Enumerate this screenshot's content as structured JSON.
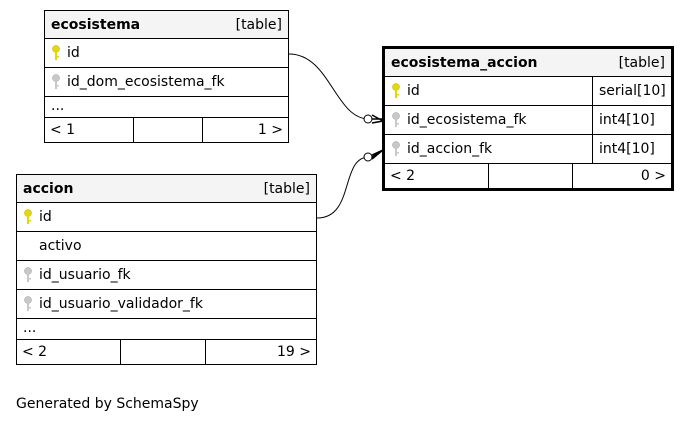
{
  "tables": {
    "ecosistema": {
      "name": "ecosistema",
      "kind": "[table]",
      "columns": [
        {
          "name": "id",
          "key": "primary"
        },
        {
          "name": "id_dom_ecosistema_fk",
          "key": "foreign"
        }
      ],
      "ellipsis": "...",
      "footer": {
        "left": "< 1",
        "right": "1 >"
      }
    },
    "accion": {
      "name": "accion",
      "kind": "[table]",
      "columns": [
        {
          "name": "id",
          "key": "primary"
        },
        {
          "name": "activo",
          "key": "none"
        },
        {
          "name": "id_usuario_fk",
          "key": "foreign"
        },
        {
          "name": "id_usuario_validador_fk",
          "key": "foreign"
        }
      ],
      "ellipsis": "...",
      "footer": {
        "left": "< 2",
        "right": "19 >"
      }
    },
    "ecosistema_accion": {
      "name": "ecosistema_accion",
      "kind": "[table]",
      "columns": [
        {
          "name": "id",
          "type": "serial[10]",
          "key": "primary"
        },
        {
          "name": "id_ecosistema_fk",
          "type": "int4[10]",
          "key": "foreign"
        },
        {
          "name": "id_accion_fk",
          "type": "int4[10]",
          "key": "foreign"
        }
      ],
      "footer": {
        "left": "< 2",
        "right": "0 >"
      }
    }
  },
  "colors": {
    "primary_key": "#e6d800",
    "foreign_key": "#b0b0b0",
    "header_bg": "#f4f4f4"
  },
  "generated_by": "Generated by SchemaSpy"
}
